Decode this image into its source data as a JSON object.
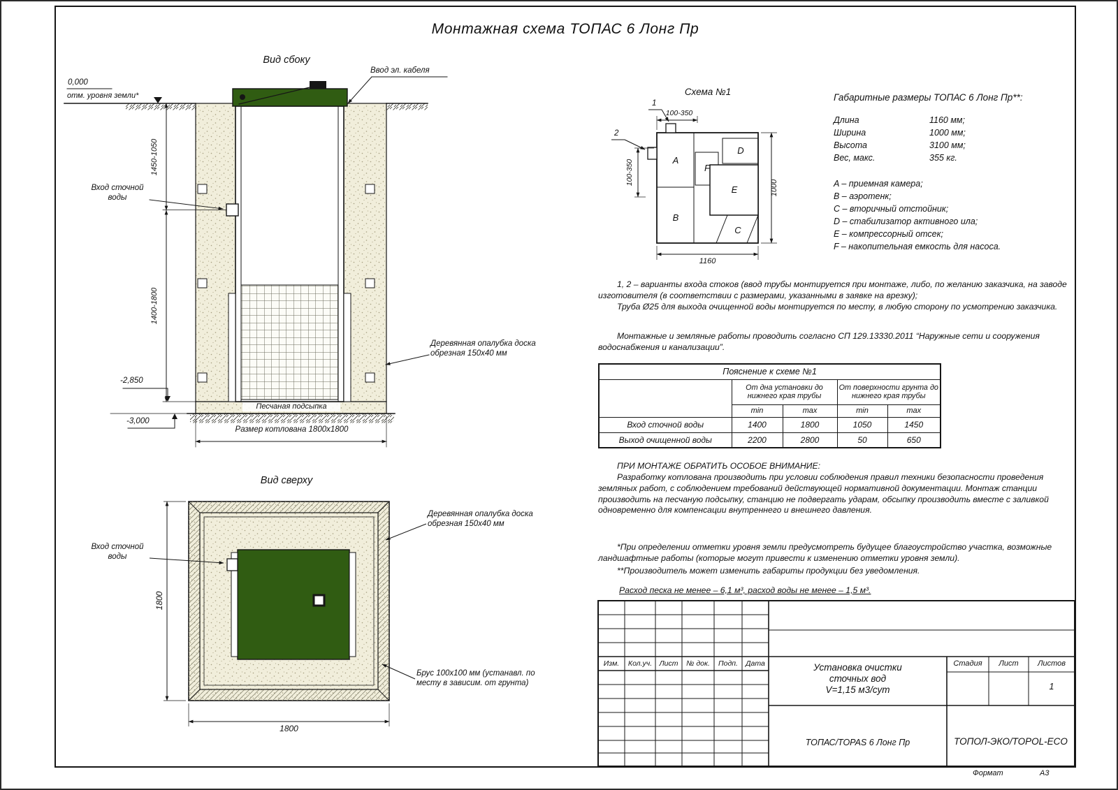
{
  "title": "Монтажная схема ТОПАС 6 Лонг Пр",
  "side_view": {
    "label": "Вид сбоку",
    "cable_label": "Ввод эл. кабеля",
    "zero_mark": "0,000",
    "ground_label": "отм. уровня земли*",
    "dim_upper": "1450-1050",
    "dim_lower": "1400-1800",
    "inlet_label": "Вход сточной воды",
    "mark_2850": "-2,850",
    "mark_3000": "-3,000",
    "sand_label": "Песчаная подсыпка",
    "pit_size_label": "Размер котлована 1800х1800",
    "formwork_label": "Деревянная опалубка доска обрезная 150х40 мм"
  },
  "top_view": {
    "label": "Вид сверху",
    "inlet_label": "Вход сточной воды",
    "formwork_label": "Деревянная опалубка доска обрезная 150х40 мм",
    "timber_label": "Брус 100х100 мм (устанавл. по месту в зависим. от грунта)",
    "dim_left": "1800",
    "dim_bottom": "1800"
  },
  "scheme1": {
    "label": "Схема №1",
    "marker1": "1",
    "marker2": "2",
    "dim_top": "100-350",
    "dim_left": "100-350",
    "dim_bottom": "1160",
    "dim_right": "1000",
    "compartments": [
      "A",
      "B",
      "C",
      "D",
      "E",
      "F"
    ]
  },
  "overall": {
    "title": "Габаритные размеры ТОПАС 6 Лонг Пр**:",
    "rows": [
      {
        "label": "Длина",
        "value": "1160 мм;"
      },
      {
        "label": "Ширина",
        "value": "1000 мм;"
      },
      {
        "label": "Высота",
        "value": "3100 мм;"
      },
      {
        "label": "Вес, макс.",
        "value": "355 кг."
      }
    ]
  },
  "legend": [
    "A – приемная камера;",
    "B – аэротенк;",
    "C – вторичный отстойник;",
    "D – стабилизатор активного ила;",
    "E – компрессорный отсек;",
    "F – накопительная емкость для насоса."
  ],
  "notes": {
    "note1a": "1, 2 – варианты входа стоков (ввод трубы монтируется при монтаже, либо, по желанию заказчика, на заводе изготовителя (в соответствии с размерами, указанными в заявке на врезку);",
    "note1b": "Труба Ø25 для выхода очищенной воды монтируется по месту, в любую сторону по усмотрению заказчика.",
    "note2": "Монтажные и земляные работы проводить согласно СП 129.13330.2011 “Наружные сети и сооружения водоснабжения и канализации”."
  },
  "exp_table": {
    "title": "Пояснение к схеме №1",
    "group1": "От дна установки до нижнего края трубы",
    "group2": "От поверхности грунта до нижнего края трубы",
    "min1": "min",
    "max1": "max",
    "min2": "min",
    "max2": "max",
    "rows": [
      {
        "label": "Вход сточной воды",
        "values": [
          "1400",
          "1800",
          "1050",
          "1450"
        ]
      },
      {
        "label": "Выход очищенной воды",
        "values": [
          "2200",
          "2800",
          "50",
          "650"
        ]
      }
    ]
  },
  "attention": {
    "title": "ПРИ МОНТАЖЕ ОБРАТИТЬ ОСОБОЕ ВНИМАНИЕ:",
    "body": "Разработку котлована производить при условии соблюдения правил техники безопасности проведения земляных работ, с соблюдением требований действующей нормативной документации. Монтаж станции производить на песчаную подсыпку, станцию не подвергать ударам, обсыпку производить вместе с заливкой одновременно для компенсации внутреннего и внешнего давления."
  },
  "footnotes": {
    "fn1": "*При определении отметки уровня земли предусмотреть будущее благоустройство участка, возможные ландшафтные работы (которые могут привести к изменению отметки уровня земли).",
    "fn2": "**Производитель может изменить габариты продукции без уведомления.",
    "consumption": "Расход песка не менее – 6,1 м³, расход воды не менее – 1,5 м³."
  },
  "title_block": {
    "cols": [
      "Изм.",
      "Кол.уч.",
      "Лист",
      "№ док.",
      "Подп.",
      "Дата"
    ],
    "project_line1": "Установка очистки",
    "project_line2": "сточных вод",
    "project_line3": "V=1,15 м3/сут",
    "stage_label": "Стадия",
    "sheet_label": "Лист",
    "sheets_label": "Листов",
    "sheets_value": "1",
    "product": "ТОПАС/TOPAS 6 Лонг Пр",
    "company": "ТОПОЛ-ЭКО/TOPOL-ECO",
    "format_label": "Формат",
    "format_value": "А3"
  },
  "colors": {
    "lid_green": "#305c12",
    "sand": "#f1eedb",
    "line": "#161616"
  }
}
